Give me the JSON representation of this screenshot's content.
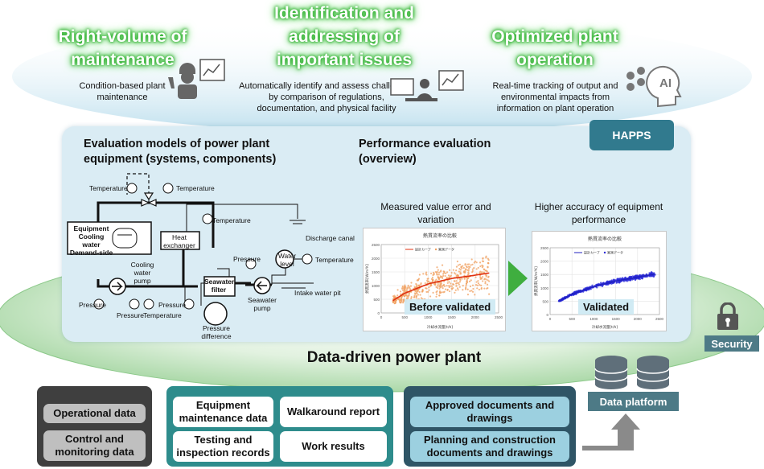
{
  "top": {
    "pillars": [
      {
        "title": "Right-volume of maintenance",
        "desc": "Condition-based plant maintenance"
      },
      {
        "title": "Identification and addressing of important issues",
        "desc": "Automatically identify and assess challenges by comparison of regulations, documentation, and physical facility"
      },
      {
        "title": "Optimized plant operation",
        "desc": "Real-time tracking of output and environmental impacts from information on plant operation"
      }
    ]
  },
  "happs": {
    "label": "HAPPS"
  },
  "evaluation": {
    "title": "Evaluation models of power plant equipment (systems, components)",
    "labels": {
      "temperature": "Temperature",
      "equipment": "Equipment Cooling water Demand-side",
      "cooling_pump": "Cooling water pump",
      "heat_exchanger": "Heat exchanger",
      "seawater_filter": "Seawater filter",
      "seawater_pump": "Seawater pump",
      "water_level": "Water level",
      "pressure": "Pressure",
      "pressure_difference": "Pressure difference",
      "discharge_canal": "Discharge canal",
      "intake_water_pit": "Intake water pit"
    }
  },
  "performance": {
    "title": "Performance evaluation (overview)",
    "left_caption": "Measured value error and variation",
    "right_caption": "Higher accuracy of equipment performance",
    "left_tag": "Before validated",
    "right_tag": "Validated"
  },
  "chart_data": [
    {
      "type": "scatter",
      "title": "熱貫流率の比較",
      "xlabel": "冷却水流量[t/h]",
      "ylabel": "熱貫流率[W/m²K]",
      "series": [
        {
          "name": "設計カーブ",
          "kind": "line"
        },
        {
          "name": "実測データ",
          "kind": "points"
        }
      ],
      "xlim": [
        0,
        2500
      ],
      "ylim": [
        0,
        2500
      ],
      "xticks": [
        0,
        500,
        1000,
        1500,
        2000,
        2500
      ],
      "yticks": [
        0,
        500,
        1000,
        1500,
        2000,
        2500
      ],
      "curve_y": [
        [
          250,
          450
        ],
        [
          500,
          720
        ],
        [
          1000,
          1060
        ],
        [
          1500,
          1260
        ],
        [
          2000,
          1380
        ],
        [
          2300,
          1460
        ]
      ]
    },
    {
      "type": "scatter",
      "title": "熱貫流率の比較",
      "xlabel": "冷却水流量[t/h]",
      "ylabel": "熱貫流率[W/m²K]",
      "series": [
        {
          "name": "設計カーブ",
          "kind": "line"
        },
        {
          "name": "実測データ",
          "kind": "points"
        }
      ],
      "xlim": [
        0,
        2500
      ],
      "ylim": [
        0,
        2500
      ],
      "xticks": [
        0,
        500,
        1000,
        1500,
        2000,
        2500
      ],
      "yticks": [
        0,
        500,
        1000,
        1500,
        2000,
        2500
      ],
      "curve_y": [
        [
          200,
          500
        ],
        [
          500,
          760
        ],
        [
          1000,
          1050
        ],
        [
          1500,
          1250
        ],
        [
          2000,
          1400
        ],
        [
          2400,
          1520
        ]
      ]
    }
  ],
  "bottom": {
    "title": "Data-driven power plant",
    "security": "Security",
    "data_platform": "Data platform",
    "gray": [
      "Operational data",
      "Control and monitoring data"
    ],
    "teal": [
      "Equipment maintenance data",
      "Walkaround report",
      "Testing and inspection records",
      "Work results"
    ],
    "blue": [
      "Approved documents and drawings",
      "Planning and construction documents and drawings"
    ]
  },
  "colors": {
    "teal": "#2e8c8c",
    "panel": "#daecf4",
    "green": "#8ec98c",
    "happs": "#317a8e",
    "security": "#4d7a86"
  }
}
